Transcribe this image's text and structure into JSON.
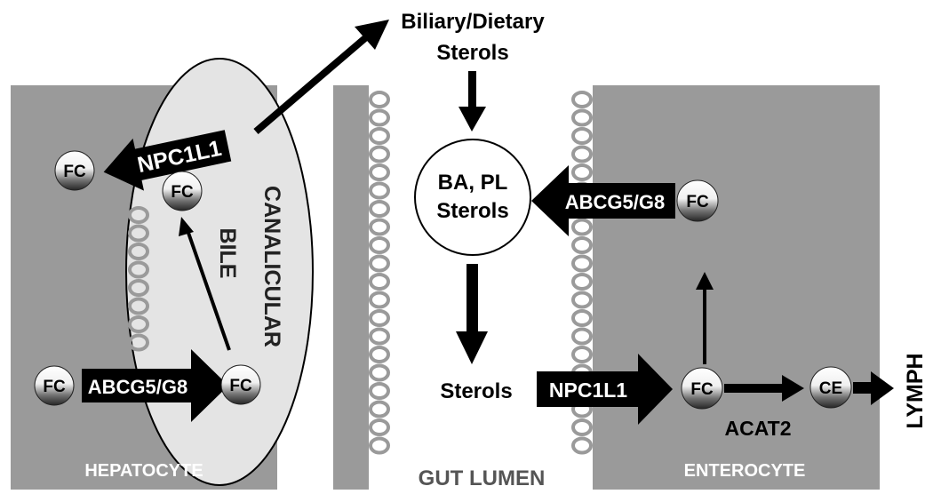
{
  "labels": {
    "hepatocyte": "HEPATOCYTE",
    "gut_lumen": "GUT LUMEN",
    "enterocyte": "ENTEROCYTE",
    "canalicular_bile_line1": "CANALICULAR",
    "canalicular_bile_line2": "BILE",
    "biliary_dietary_line1": "Biliary/Dietary",
    "biliary_dietary_line2": "Sterols",
    "micelle_line1": "BA, PL",
    "micelle_line2": "Sterols",
    "lumen_sterols": "Sterols",
    "lymph": "LYMPH",
    "acat2": "ACAT2"
  },
  "transporters": {
    "hep_npc1l1": "NPC1L1",
    "hep_abcg5g8": "ABCG5/G8",
    "ent_abcg5g8": "ABCG5/G8",
    "ent_npc1l1": "NPC1L1"
  },
  "molecules": {
    "fc": "FC",
    "ce": "CE"
  },
  "colors": {
    "cell_fill": "#9a9a9a",
    "bile_fill": "#e4e4e4",
    "arrow_fill": "#000000",
    "lumen_text": "#555555",
    "villi_stroke": "#9a9a9a"
  }
}
